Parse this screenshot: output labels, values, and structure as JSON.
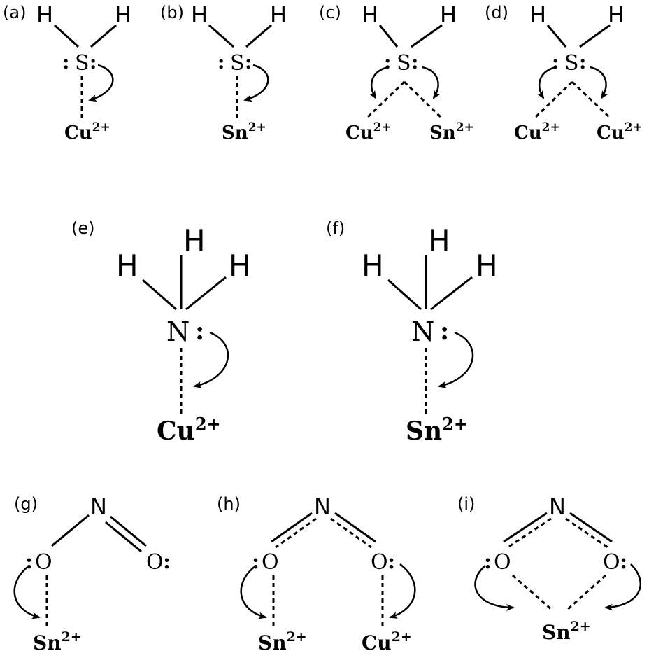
{
  "panels": [
    {
      "label": "(a)",
      "donor": "S",
      "metals": [
        "Cu",
        "2+"
      ]
    },
    {
      "label": "(b)",
      "donor": "S",
      "metals": [
        "Sn",
        "2+"
      ]
    },
    {
      "label": "(c)",
      "donor": "S",
      "metals": [
        "Cu",
        "2+",
        "Sn",
        "2+"
      ]
    },
    {
      "label": "(d)",
      "donor": "S",
      "metals": [
        "Cu",
        "2+",
        "Cu",
        "2+"
      ]
    },
    {
      "label": "(e)",
      "donor": "N",
      "metals": [
        "Cu",
        "2+"
      ]
    },
    {
      "label": "(f)",
      "donor": "N",
      "metals": [
        "Sn",
        "2+"
      ]
    },
    {
      "label": "(g)",
      "donor": "N",
      "oxygens": [
        "O",
        "O"
      ],
      "metals": [
        "Sn",
        "2+"
      ]
    },
    {
      "label": "(h)",
      "donor": "N",
      "oxygens": [
        "O",
        "O"
      ],
      "metals": [
        "Sn",
        "2+",
        "Cu",
        "2+"
      ]
    },
    {
      "label": "(i)",
      "donor": "N",
      "oxygens": [
        "O",
        "O"
      ],
      "metals": [
        "Sn",
        "2+"
      ]
    }
  ],
  "glyphs": {
    "hydrogen": "H",
    "lone_pair": ":"
  }
}
